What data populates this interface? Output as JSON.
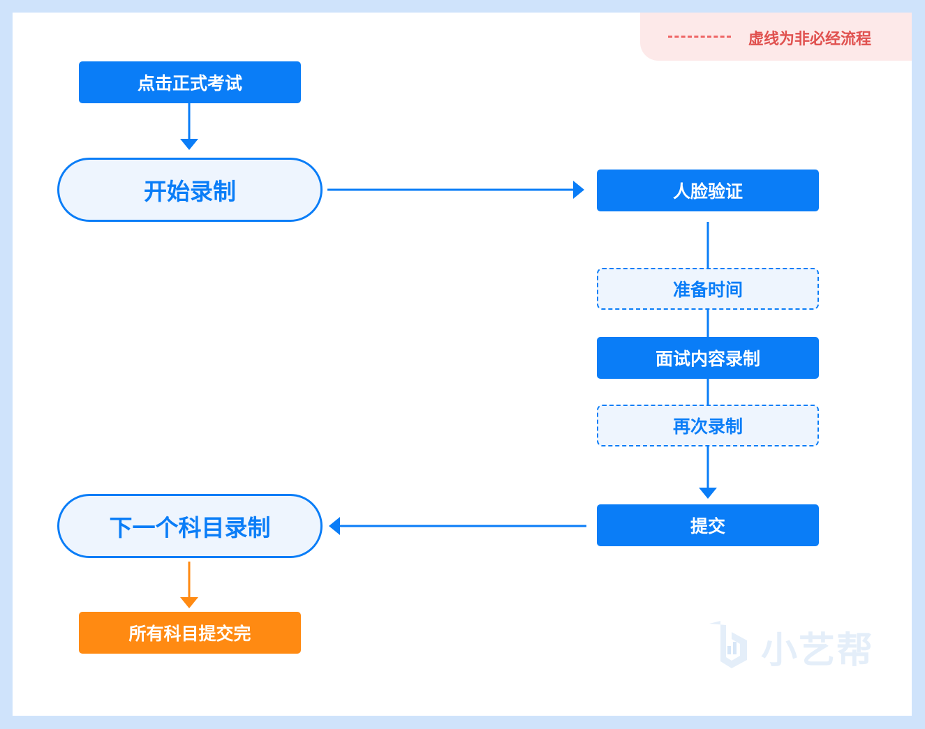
{
  "legend": {
    "label": "虚线为非必经流程"
  },
  "nodes": {
    "start_exam": "点击正式考试",
    "start_record": "开始录制",
    "face_verify": "人脸验证",
    "prep_time": "准备时间",
    "interview_record": "面试内容录制",
    "re_record": "再次录制",
    "submit": "提交",
    "next_subject": "下一个科目录制",
    "all_done": "所有科目提交完"
  },
  "watermark": {
    "text": "小艺帮"
  },
  "colors": {
    "primary": "#0a7df7",
    "accent_orange": "#ff8a12",
    "legend_red": "#ee6666",
    "frame": "#cfe3fb"
  }
}
